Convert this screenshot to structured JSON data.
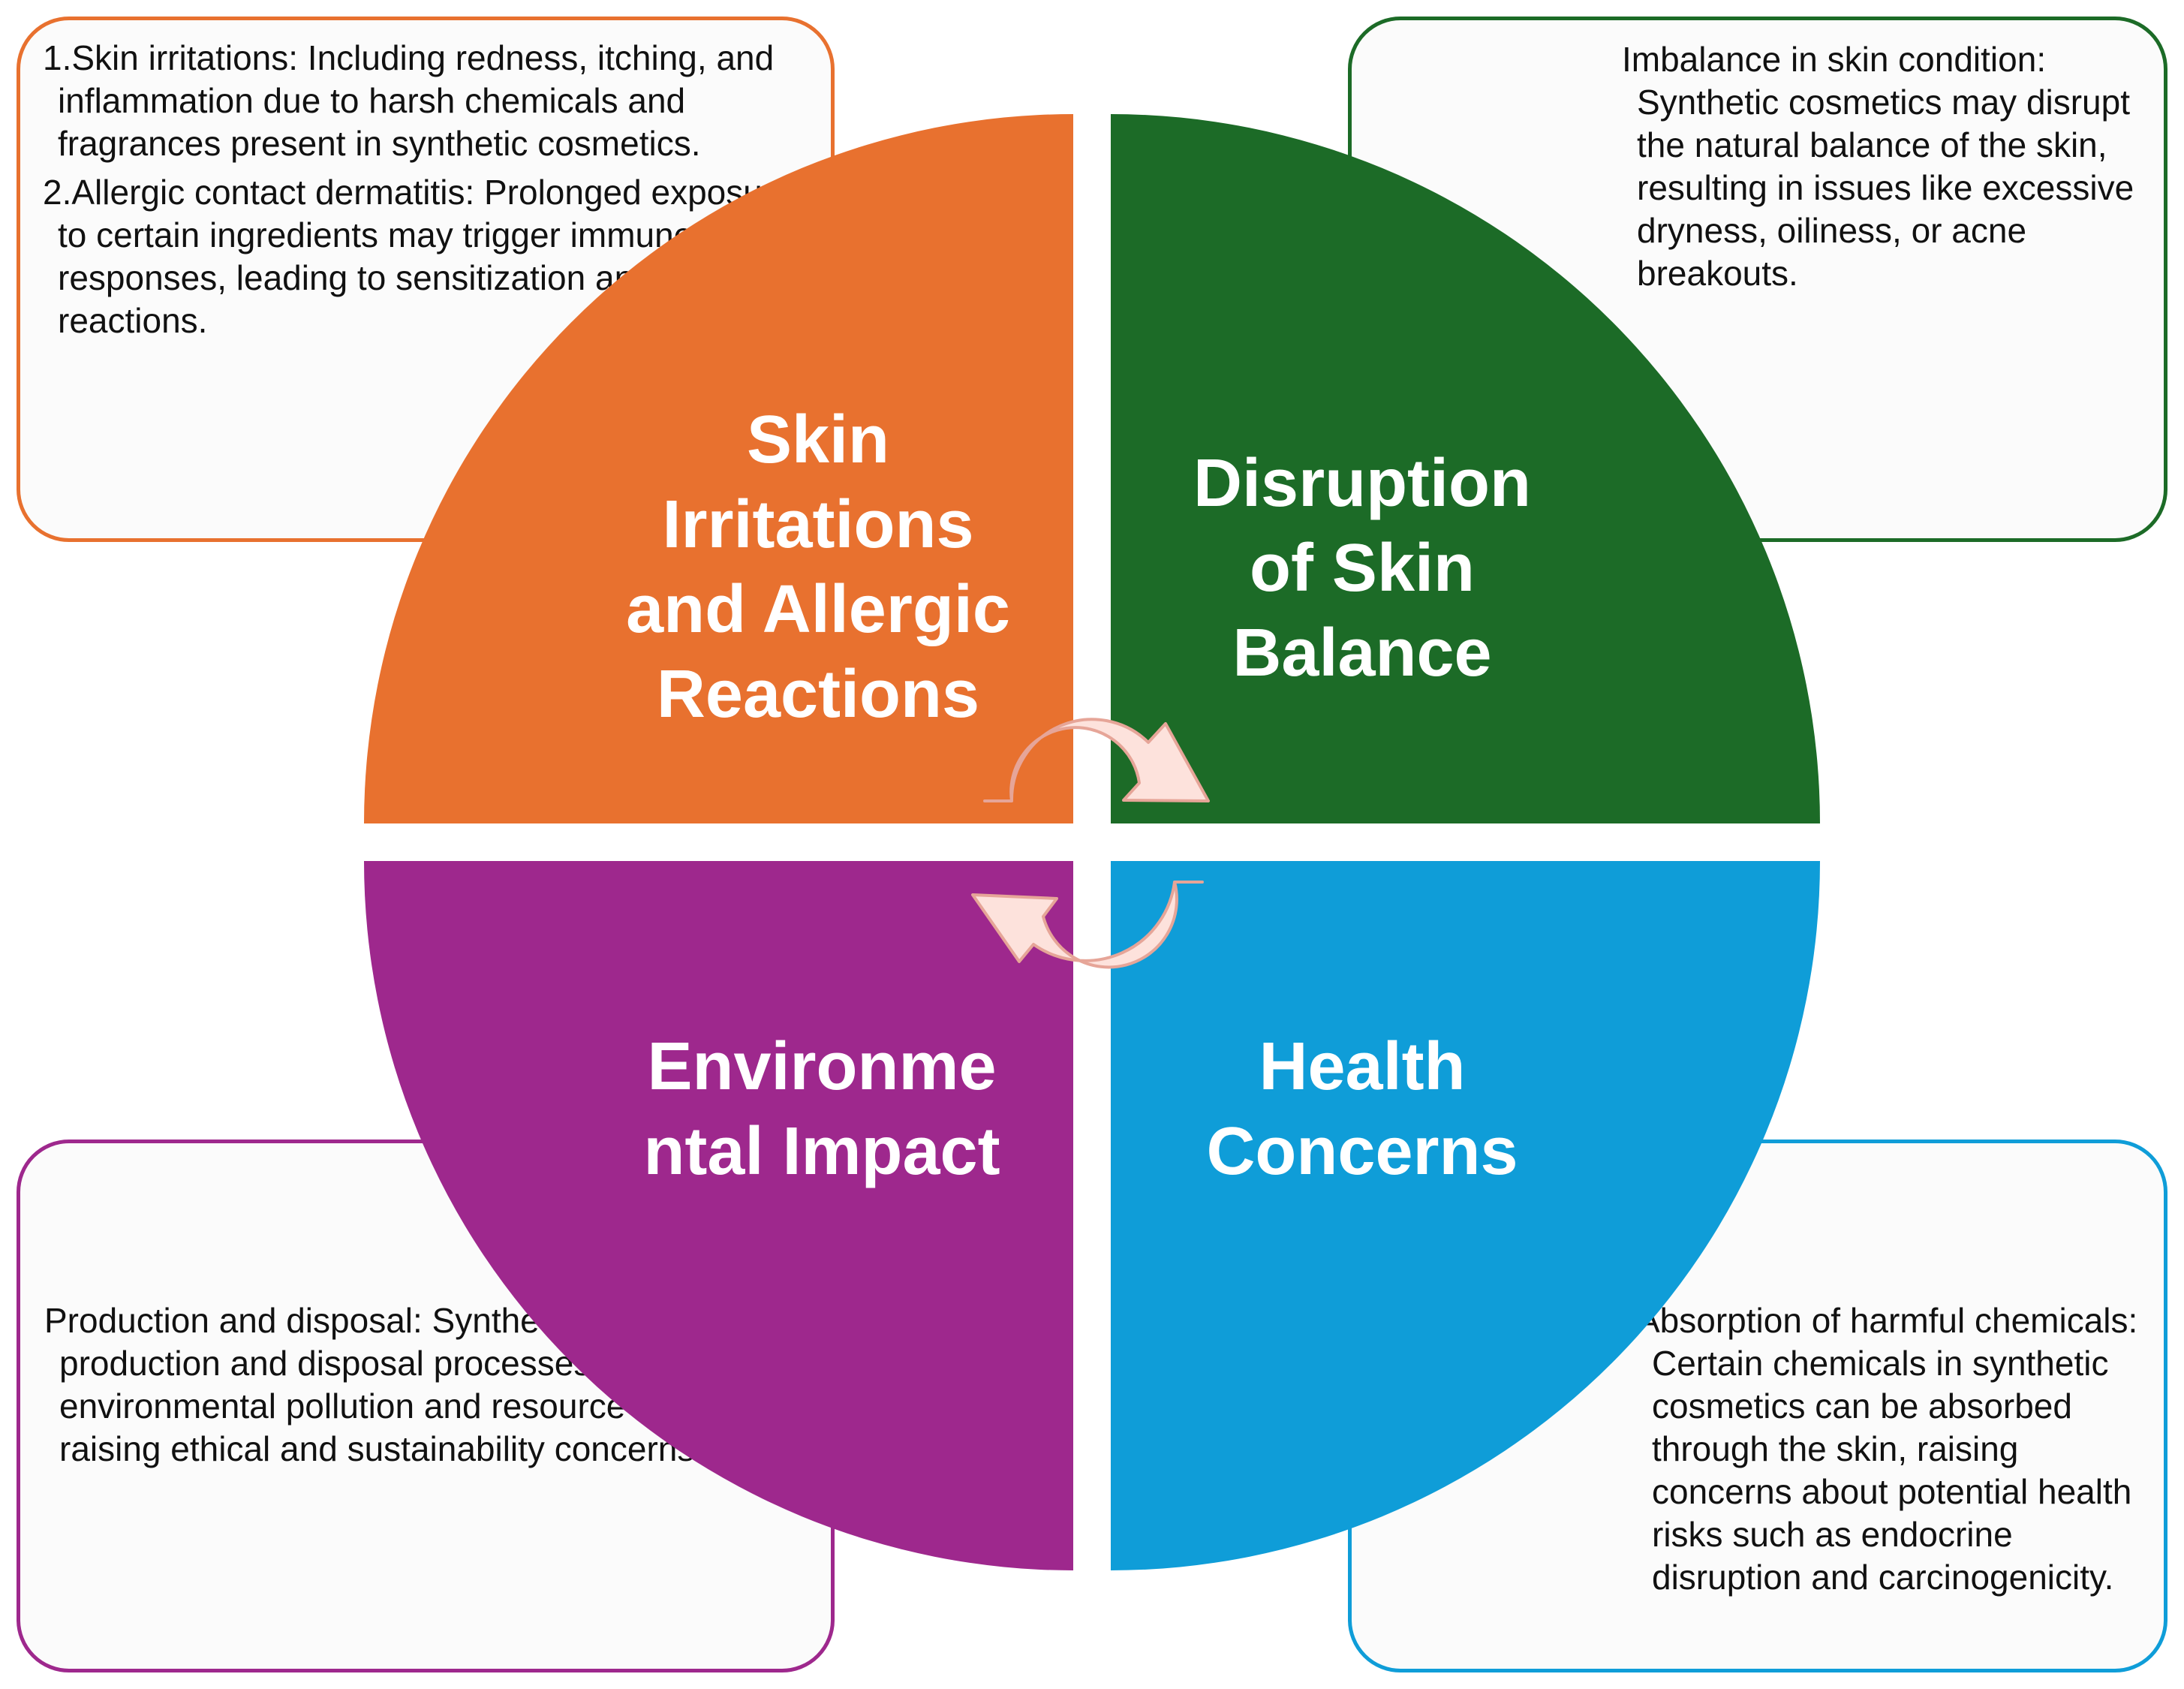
{
  "colors": {
    "skin_irritations": "#e8712f",
    "skin_balance": "#1c6b27",
    "environmental": "#9e288d",
    "health": "#0f9dd8",
    "arrow_fill": "#fde2dc",
    "arrow_stroke": "#e6a598"
  },
  "icons": [
    "cycle-arrow-top-icon",
    "cycle-arrow-bottom-icon"
  ],
  "quadrants": {
    "top_left": {
      "title_lines": [
        "Skin",
        "Irritations",
        "and Allergic",
        "Reactions"
      ],
      "box": {
        "items": [
          "1.Skin irritations: Including redness, itching, and inflammation due to harsh chemicals and fragrances present in synthetic cosmetics.",
          "2.Allergic contact dermatitis: Prolonged exposure to certain ingredients may trigger immune responses, leading to sensitization and allergic reactions."
        ]
      }
    },
    "top_right": {
      "title_lines": [
        "Disruption",
        "of Skin",
        "Balance"
      ],
      "box": {
        "text": "Imbalance in skin condition: Synthetic cosmetics may disrupt the natural balance of the skin, resulting in issues like excessive dryness, oiliness, or acne breakouts."
      }
    },
    "bottom_left": {
      "title_lines": [
        "Environme",
        "ntal Impact"
      ],
      "box": {
        "text": "Production and disposal: Synthetic cosmetic production and disposal processes contribute to environmental pollution and resource depletion, raising ethical and sustainability concerns."
      }
    },
    "bottom_right": {
      "title_lines": [
        "Health",
        "Concerns"
      ],
      "box": {
        "text": "Absorption of harmful chemicals: Certain chemicals in synthetic cosmetics can be absorbed through the skin, raising concerns about potential health risks such as endocrine disruption and carcinogenicity."
      }
    }
  }
}
